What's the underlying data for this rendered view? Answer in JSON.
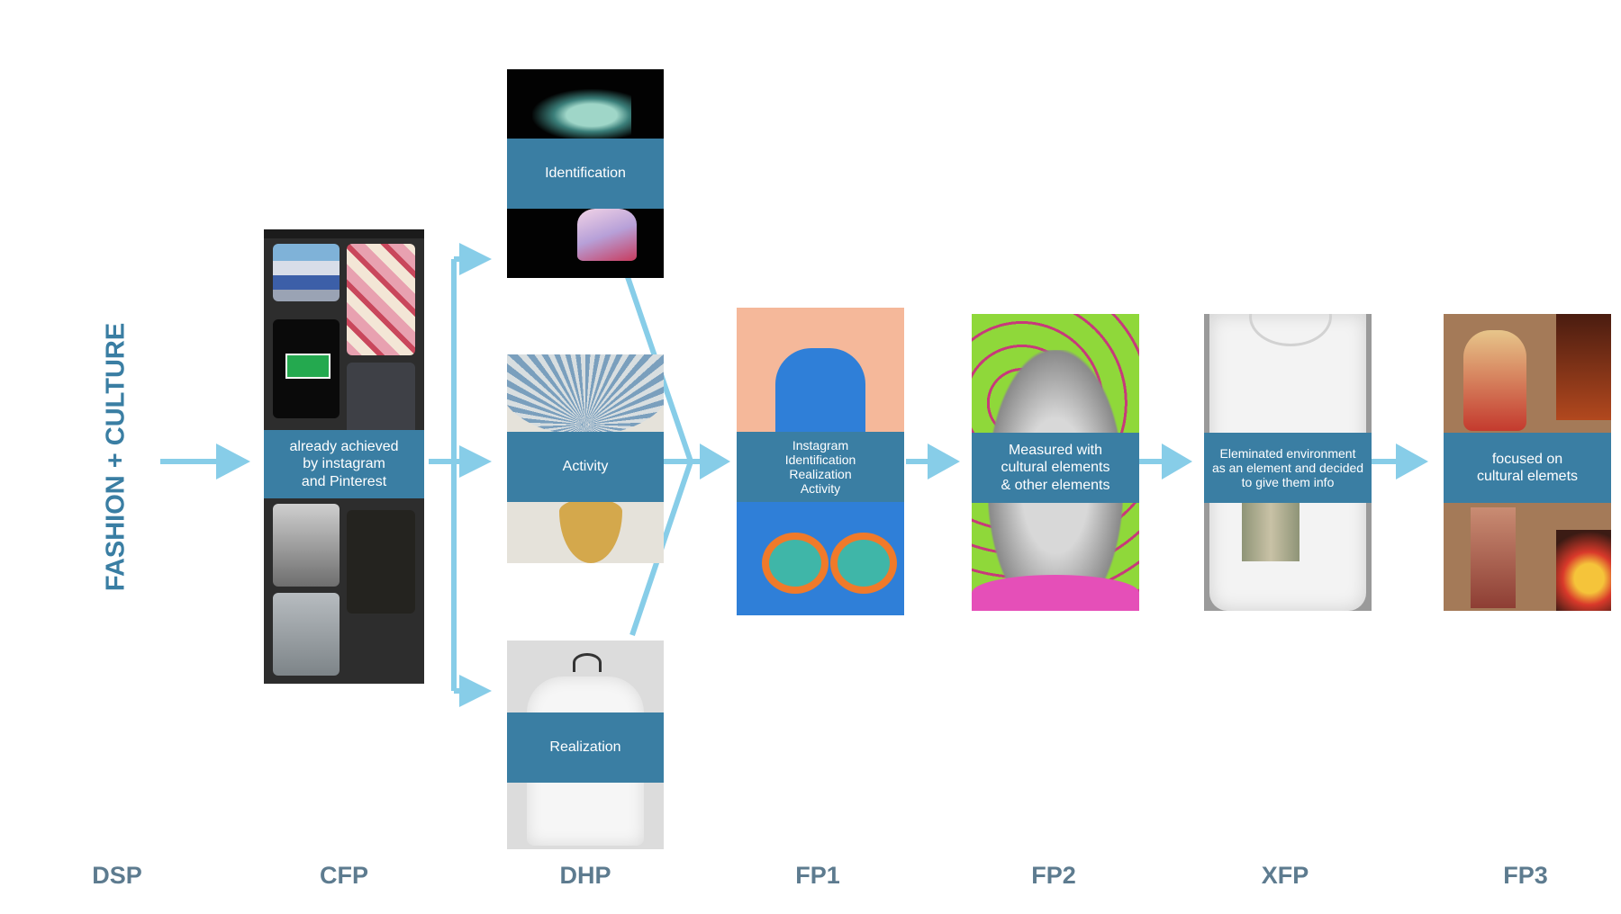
{
  "title": "FASHION + CULTURE",
  "stages": [
    "DSP",
    "CFP",
    "DHP",
    "FP1",
    "FP2",
    "XFP",
    "FP3"
  ],
  "cards": {
    "cfp": "already achieved\nby instagram\nand Pinterest",
    "dhp_identification": "Identification",
    "dhp_activity": "Activity",
    "dhp_realization": "Realization",
    "fp1": "Instagram\nIdentification\nRealization\nActivity",
    "fp2": "Measured with\ncultural elements\n& other elements",
    "xfp": "Eleminated environment\nas an element and decided\nto give them info",
    "fp3": "focused on\ncultural elemets"
  },
  "colors": {
    "arrow": "#87cde8",
    "band": "#3a7ea3",
    "stage_label": "#5d7b8f",
    "title": "#3a7ea3"
  }
}
